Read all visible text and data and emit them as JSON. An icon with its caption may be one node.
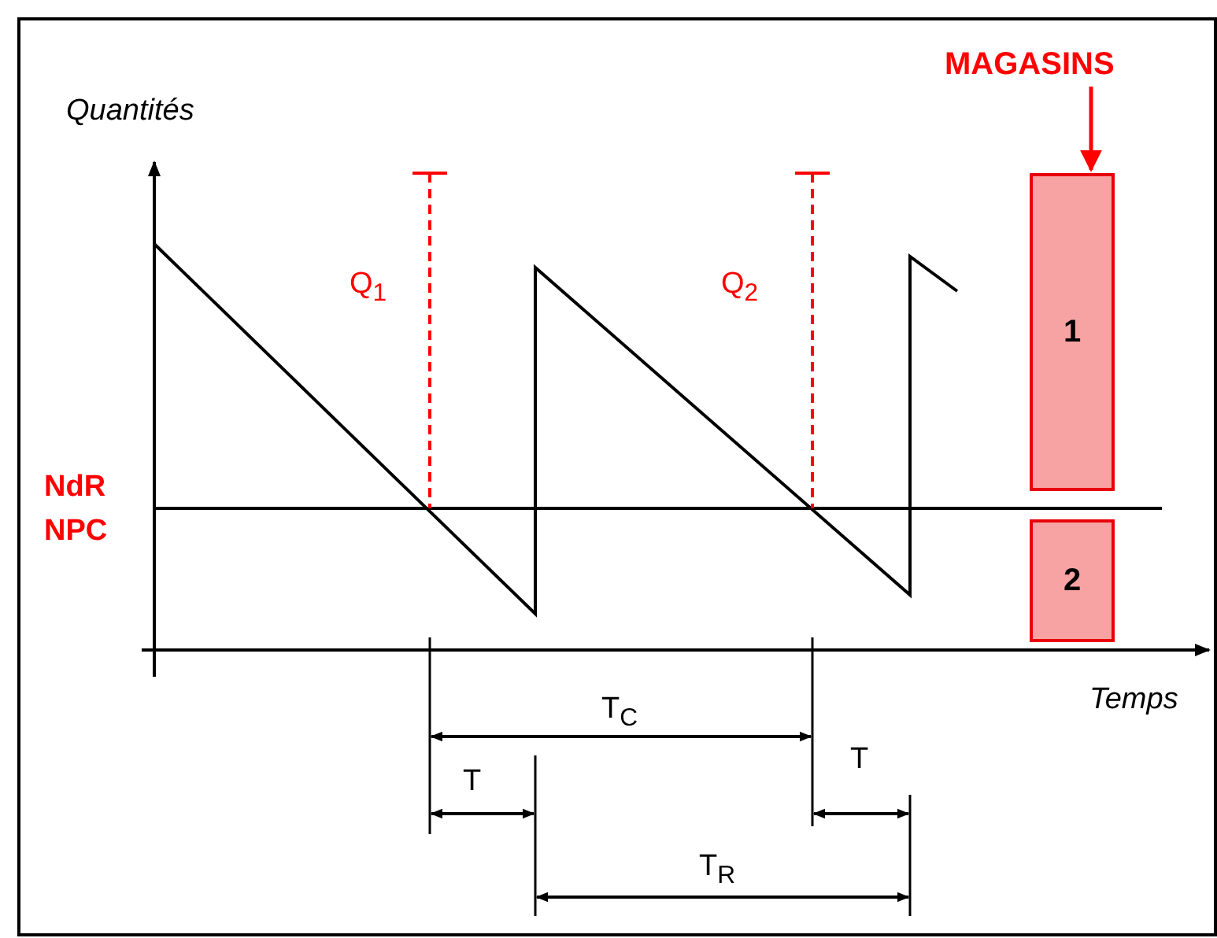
{
  "diagram": {
    "nodes": [
      {
        "text": [
          "MAGASINS"
        ]
      },
      {
        "text": [
          "1"
        ]
      },
      {
        "text": [
          "2"
        ]
      }
    ],
    "edges": [
      {
        "from": 0,
        "to": 1,
        "arrow": "to"
      }
    ],
    "labels": [
      "Quantités",
      "Q$_{1}$",
      "Q$_{2}$",
      "NdR",
      "NPC",
      "Temps",
      "T$_{C}$",
      "T",
      "T",
      "T$_{R}$"
    ]
  }
}
